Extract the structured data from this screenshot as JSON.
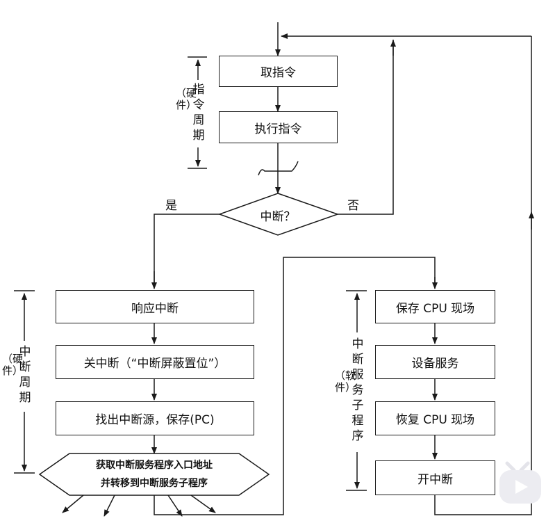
{
  "instruction_cycle": {
    "steps": [
      "取指令",
      "执行指令"
    ],
    "cycle_label": "指令周期",
    "cycle_type": "（硬件）"
  },
  "decision": {
    "question": "中断？",
    "yes": "是",
    "no": "否"
  },
  "interrupt_cycle": {
    "steps": [
      "响应中断",
      "关中断（“中断屏蔽置位”）",
      "找出中断源，保存(PC)"
    ],
    "hex_lines": [
      "获取中断服务程序入口地址",
      "并转移到中断服务子程序"
    ],
    "cycle_label": "中断周期",
    "cycle_type": "（硬件）"
  },
  "service_routine": {
    "steps": [
      "保存 CPU 现场",
      "设备服务",
      "恢复 CPU 现场",
      "开中断"
    ],
    "label": "中断服务子程序",
    "type": "（软件）"
  },
  "colors": {
    "line": "#1a1a1a",
    "watermark": "#e9e9ee"
  },
  "icons": [
    "play-logo-icon"
  ]
}
